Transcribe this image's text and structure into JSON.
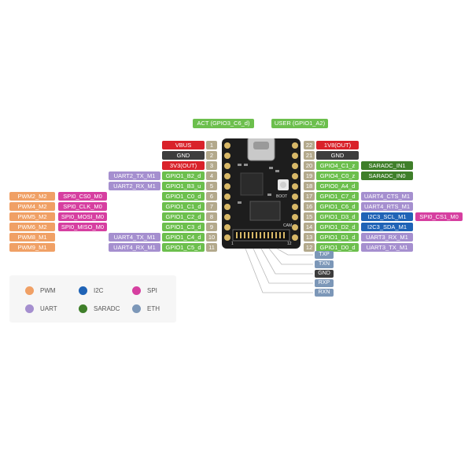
{
  "colors": {
    "pwm": "#f0a065",
    "spi": "#d63fa0",
    "uart": "#a58fcf",
    "gpio": "#6cbf4d",
    "power": "#d9222a",
    "gnd": "#3d3d3d",
    "pin_number": "#b3a98c",
    "i2c": "#1f63b6",
    "saradc": "#3f7f2a",
    "eth": "#7c97b8",
    "led": "#6cbf4d"
  },
  "header": {
    "act": "ACT (GPIO3_C6_d)",
    "user": "USER (GPIO1_A2)"
  },
  "board": {
    "boot": "BOOT",
    "cam": "CAM",
    "pin1": "1",
    "pin12": "12"
  },
  "left_pins": [
    {
      "num": "1",
      "name": "VBUS",
      "type": "power"
    },
    {
      "num": "2",
      "name": "GND",
      "type": "gnd"
    },
    {
      "num": "3",
      "name": "3V3(OUT)",
      "type": "power"
    },
    {
      "num": "4",
      "name": "GPIO1_B2_d",
      "type": "gpio",
      "uart": "UART2_TX_M1"
    },
    {
      "num": "5",
      "name": "GPIO1_B3_u",
      "type": "gpio",
      "uart": "UART2_RX_M1"
    },
    {
      "num": "6",
      "name": "GPIO1_C0_d",
      "type": "gpio",
      "pwm": "PWM2_M2",
      "spi": "SPI0_CS0_M0"
    },
    {
      "num": "7",
      "name": "GPIO1_C1_d",
      "type": "gpio",
      "pwm": "PWM4_M2",
      "spi": "SPI0_CLK_M0"
    },
    {
      "num": "8",
      "name": "GPIO1_C2_d",
      "type": "gpio",
      "pwm": "PWM5_M2",
      "spi": "SPI0_MOSI_M0"
    },
    {
      "num": "9",
      "name": "GPIO1_C3_d",
      "type": "gpio",
      "pwm": "PWM6_M2",
      "spi": "SPI0_MISO_M0"
    },
    {
      "num": "10",
      "name": "GPIO1_C4_d",
      "type": "gpio",
      "pwm": "PWM8_M1",
      "uart": "UART4_TX_M1"
    },
    {
      "num": "11",
      "name": "GPIO1_C5_d",
      "type": "gpio",
      "pwm": "PWM9_M1",
      "uart": "UART4_RX_M1"
    }
  ],
  "right_pins": [
    {
      "num": "22",
      "name": "1V8(OUT)",
      "type": "power"
    },
    {
      "num": "21",
      "name": "GND",
      "type": "gnd"
    },
    {
      "num": "20",
      "name": "GPIO4_C1_z",
      "type": "gpio",
      "extra": "SARADC_IN1",
      "extra_type": "saradc"
    },
    {
      "num": "19",
      "name": "GPIO4_C0_z",
      "type": "gpio",
      "extra": "SARADC_IN0",
      "extra_type": "saradc"
    },
    {
      "num": "18",
      "name": "GPIO0_A4_d",
      "type": "gpio"
    },
    {
      "num": "17",
      "name": "GPIO1_C7_d",
      "type": "gpio",
      "extra": "UART4_CTS_M1",
      "extra_type": "uart"
    },
    {
      "num": "16",
      "name": "GPIO1_C6_d",
      "type": "gpio",
      "extra": "UART4_RTS_M1",
      "extra_type": "uart"
    },
    {
      "num": "15",
      "name": "GPIO1_D3_d",
      "type": "gpio",
      "extra": "I2C3_SCL_M1",
      "extra_type": "i2c",
      "extra2": "SPI0_CS1_M0",
      "extra2_type": "spi"
    },
    {
      "num": "14",
      "name": "GPIO1_D2_d",
      "type": "gpio",
      "extra": "I2C3_SDA_M1",
      "extra_type": "i2c"
    },
    {
      "num": "13",
      "name": "GPIO1_D1_d",
      "type": "gpio",
      "extra": "UART3_RX_M1",
      "extra_type": "uart"
    },
    {
      "num": "12",
      "name": "GPIO1_D0_d",
      "type": "gpio",
      "extra": "UART3_TX_M1",
      "extra_type": "uart"
    }
  ],
  "eth_pins": [
    {
      "name": "TXP",
      "type": "eth"
    },
    {
      "name": "TXN",
      "type": "eth"
    },
    {
      "name": "GND",
      "type": "gnd"
    },
    {
      "name": "RXP",
      "type": "eth"
    },
    {
      "name": "RXN",
      "type": "eth"
    }
  ],
  "legend": [
    {
      "label": "PWM",
      "type": "pwm"
    },
    {
      "label": "I2C",
      "type": "i2c"
    },
    {
      "label": "SPI",
      "type": "spi"
    },
    {
      "label": "UART",
      "type": "uart"
    },
    {
      "label": "SARADC",
      "type": "saradc"
    },
    {
      "label": "ETH",
      "type": "eth"
    }
  ]
}
